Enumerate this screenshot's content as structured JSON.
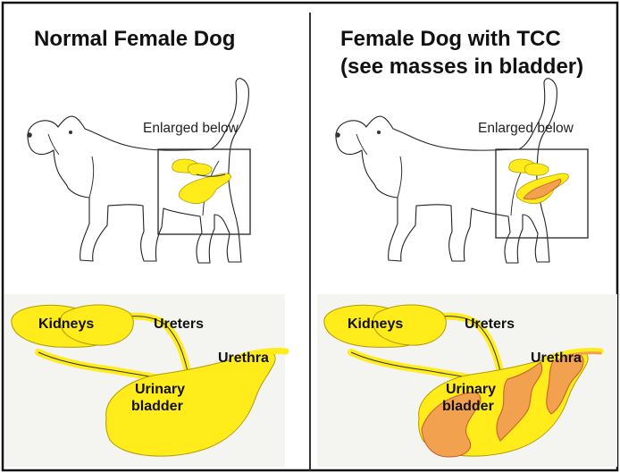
{
  "left_panel": {
    "title": "Normal Female Dog",
    "enlarged_label": "Enlarged below",
    "labels": {
      "kidneys": "Kidneys",
      "ureters": "Ureters",
      "urethra": "Urethra",
      "bladder_line1": "Urinary",
      "bladder_line2": "bladder"
    }
  },
  "right_panel": {
    "title_line1": "Female Dog with TCC",
    "title_line2": "(see masses in bladder)",
    "enlarged_label": "Enlarged below",
    "labels": {
      "kidneys": "Kidneys",
      "ureters": "Ureters",
      "urethra": "Urethra",
      "bladder_line1": "Urinary",
      "bladder_line2": "bladder"
    }
  },
  "colors": {
    "border": "#111111",
    "organ_yellow": "#ffec1a",
    "organ_stroke": "#b39b00",
    "tumor_orange": "#f2a24f",
    "tumor_stroke": "#c9582a",
    "inset_background": "#f4f4f1"
  },
  "icons": {
    "normal_dog": "dog-outline-icon",
    "tcc_dog": "dog-outline-icon"
  }
}
